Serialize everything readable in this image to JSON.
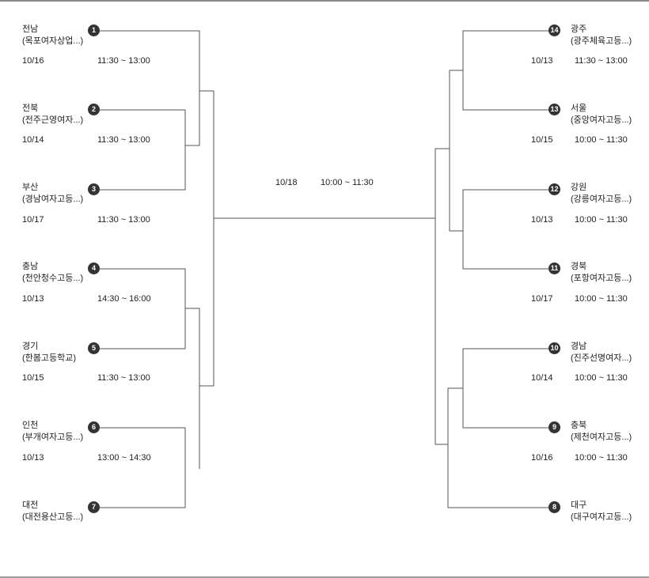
{
  "left": {
    "teams": [
      {
        "seed": "1",
        "region": "전남",
        "school": "(목포여자상업...)"
      },
      {
        "seed": "2",
        "region": "전북",
        "school": "(전주근영여자...)"
      },
      {
        "seed": "3",
        "region": "부산",
        "school": "(경남여자고등...)"
      },
      {
        "seed": "4",
        "region": "충남",
        "school": "(천안청수고등...)"
      },
      {
        "seed": "5",
        "region": "경기",
        "school": "(한봄고등학교)"
      },
      {
        "seed": "6",
        "region": "인천",
        "school": "(부개여자고등...)"
      },
      {
        "seed": "7",
        "region": "대전",
        "school": "(대전용산고등...)"
      }
    ],
    "schedules": [
      {
        "date": "10/16",
        "time": "11:30  ~  13:00"
      },
      {
        "date": "10/14",
        "time": "11:30  ~  13:00"
      },
      {
        "date": "10/17",
        "time": "11:30  ~  13:00"
      },
      {
        "date": "10/13",
        "time": "14:30  ~  16:00"
      },
      {
        "date": "10/15",
        "time": "11:30  ~  13:00"
      },
      {
        "date": "10/13",
        "time": "13:00  ~  14:30"
      }
    ]
  },
  "right": {
    "teams": [
      {
        "seed": "14",
        "region": "광주",
        "school": "(광주체육고등...)"
      },
      {
        "seed": "13",
        "region": "서울",
        "school": "(중앙여자고등...)"
      },
      {
        "seed": "12",
        "region": "강원",
        "school": "(강릉여자고등...)"
      },
      {
        "seed": "11",
        "region": "경북",
        "school": "(포항여자고등...)"
      },
      {
        "seed": "10",
        "region": "경남",
        "school": "(진주선명여자...)"
      },
      {
        "seed": "9",
        "region": "충북",
        "school": "(제천여자고등...)"
      },
      {
        "seed": "8",
        "region": "대구",
        "school": "(대구여자고등...)"
      }
    ],
    "schedules": [
      {
        "date": "10/13",
        "time": "11:30  ~  13:00"
      },
      {
        "date": "10/15",
        "time": "10:00  ~  11:30"
      },
      {
        "date": "10/13",
        "time": "10:00  ~  11:30"
      },
      {
        "date": "10/17",
        "time": "10:00  ~  11:30"
      },
      {
        "date": "10/14",
        "time": "10:00  ~  11:30"
      },
      {
        "date": "10/16",
        "time": "10:00  ~  11:30"
      }
    ]
  },
  "final": {
    "date": "10/18",
    "time": "10:00  ~  11:30"
  }
}
